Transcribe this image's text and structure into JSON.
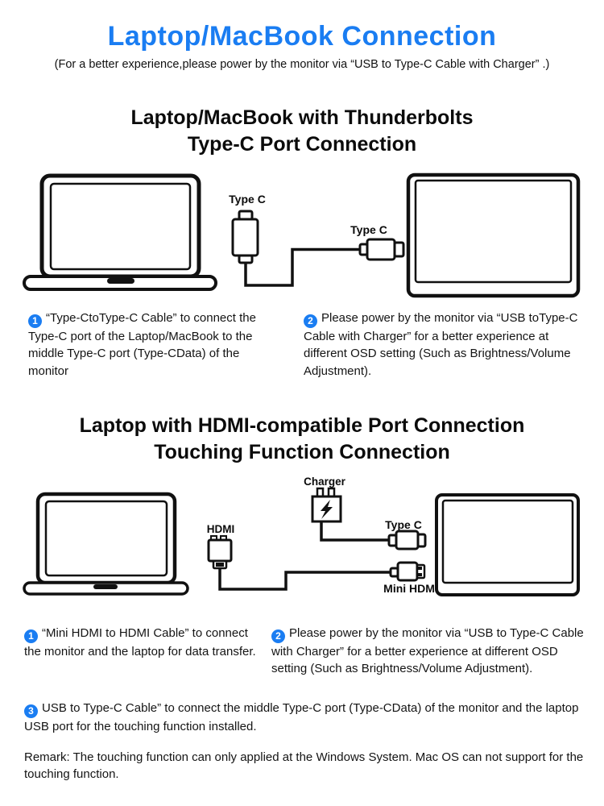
{
  "colors": {
    "accent": "#1a7df2",
    "ink": "#111111"
  },
  "page": {
    "title": "Laptop/MacBook Connection",
    "subtitle": "(For a better experience,please power by the monitor via “USB to Type-C Cable with Charger” .)"
  },
  "section1": {
    "heading_line1": "Laptop/MacBook with Thunderbolts",
    "heading_line2": "Type-C Port Connection",
    "diagram_labels": {
      "typec_cable_end": "Type C",
      "typec_monitor_end": "Type C"
    },
    "steps": [
      {
        "num": "1",
        "text": "“Type-CtoType-C Cable” to connect the Type-C port of the Laptop/MacBook to the middle Type-C port (Type-CData) of the monitor"
      },
      {
        "num": "2",
        "text": "Please power by the monitor via “USB toType-C Cable with Charger” for a better experience at different OSD setting (Such as Brightness/Volume Adjustment)."
      }
    ]
  },
  "section2": {
    "heading_line1": "Laptop with HDMI-compatible Port Connection",
    "heading_line2": "Touching Function Connection",
    "diagram_labels": {
      "charger": "Charger",
      "hdmi": "HDMI",
      "typec": "Type C",
      "mini_hdmi": "Mini HDMI"
    },
    "steps": [
      {
        "num": "1",
        "text": "“Mini HDMI to HDMI Cable” to connect the monitor and the laptop for data transfer."
      },
      {
        "num": "2",
        "text": "Please power by the monitor via “USB to Type-C Cable with Charger” for a better experience at different OSD setting (Such as Brightness/Volume Adjustment)."
      }
    ],
    "step3": {
      "num": "3",
      "text": "USB to Type-C Cable” to connect the middle Type-C port (Type-CData) of the monitor and the laptop USB port for the touching function installed."
    },
    "remark": "Remark: The touching function can only applied at the Windows System. Mac OS can not support for the touching function."
  }
}
